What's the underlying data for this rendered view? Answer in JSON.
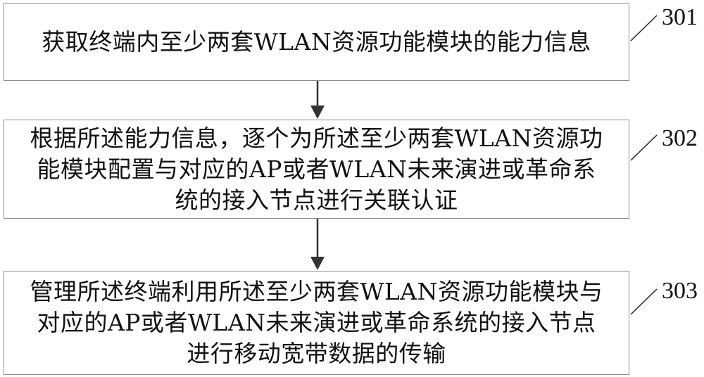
{
  "diagram": {
    "type": "flowchart",
    "direction": "top-to-bottom",
    "steps": [
      {
        "id": "301",
        "label": "301",
        "lines": [
          "获取终端内至少两套WLAN资源功能模块的能力信息"
        ]
      },
      {
        "id": "302",
        "label": "302",
        "lines": [
          "根据所述能力信息，逐个为所述至少两套WLAN资源功",
          "能模块配置与对应的AP或者WLAN未来演进或革命系",
          "统的接入节点进行关联认证"
        ]
      },
      {
        "id": "303",
        "label": "303",
        "lines": [
          "管理所述终端利用所述至少两套WLAN资源功能模块与",
          "对应的AP或者WLAN未来演进或革命系统的接入节点",
          "进行移动宽带数据的传输"
        ]
      }
    ],
    "edges": [
      {
        "from": "301",
        "to": "302"
      },
      {
        "from": "302",
        "to": "303"
      }
    ],
    "colors": {
      "box_border": "#8c8c8c",
      "text": "#111111",
      "arrow": "#333333",
      "background": "#ffffff"
    }
  }
}
